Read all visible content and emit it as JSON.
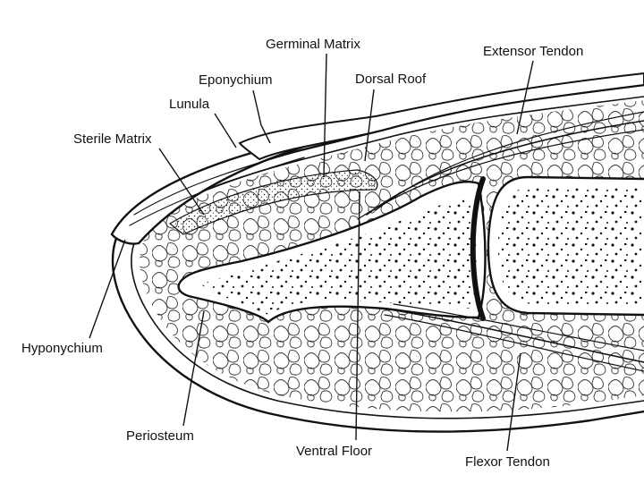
{
  "labels": {
    "germinal_matrix": "Germinal Matrix",
    "extensor_tendon": "Extensor Tendon",
    "eponychium": "Eponychium",
    "dorsal_roof": "Dorsal Roof",
    "lunula": "Lunula",
    "sterile_matrix": "Sterile Matrix",
    "hyponychium": "Hyponychium",
    "periosteum": "Periosteum",
    "ventral_floor": "Ventral Floor",
    "flexor_tendon": "Flexor Tendon"
  }
}
